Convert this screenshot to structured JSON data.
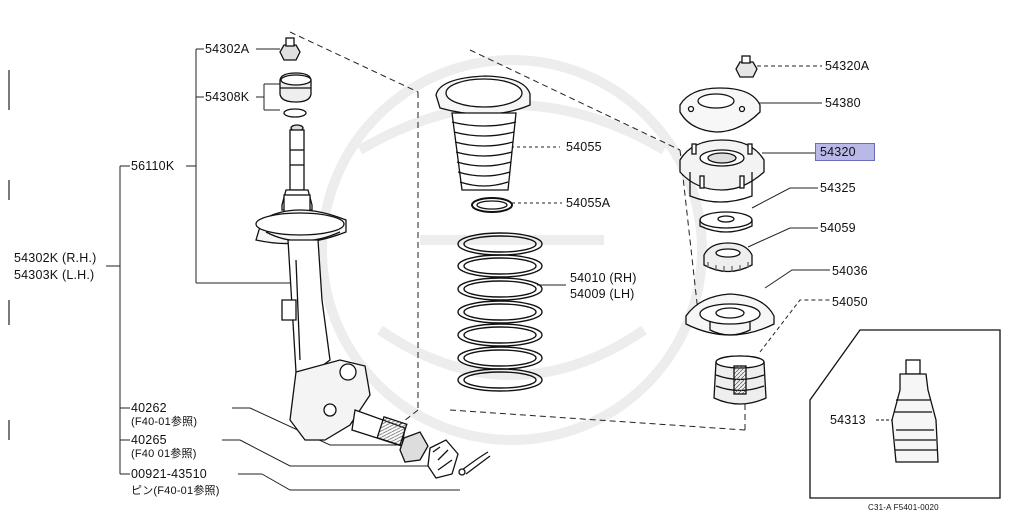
{
  "parts": {
    "p54302A": "54302A",
    "p54308K": "54308K",
    "p56110K": "56110K",
    "p54302K": "54302K (R.H.)",
    "p54303K": "54303K (L.H.)",
    "p40262": "40262",
    "p40262_ref": "(F40-01参照)",
    "p40265": "40265",
    "p40265_ref": "(F40 01参照)",
    "p00921": "00921-43510",
    "p00921_ref": "ピン(F40-01参照)",
    "p54055": "54055",
    "p54055A": "54055A",
    "p54010": "54010 (RH)",
    "p54009": "54009 (LH)",
    "p54320A": "54320A",
    "p54380": "54380",
    "p54320": "54320",
    "p54325": "54325",
    "p54059": "54059",
    "p54036": "54036",
    "p54050": "54050",
    "p54313": "54313",
    "figure_code": "C31-A F5401-0020"
  },
  "colors": {
    "highlight": "#b9b9e8",
    "line": "#1a1a1a",
    "watermark": "#ececec"
  }
}
